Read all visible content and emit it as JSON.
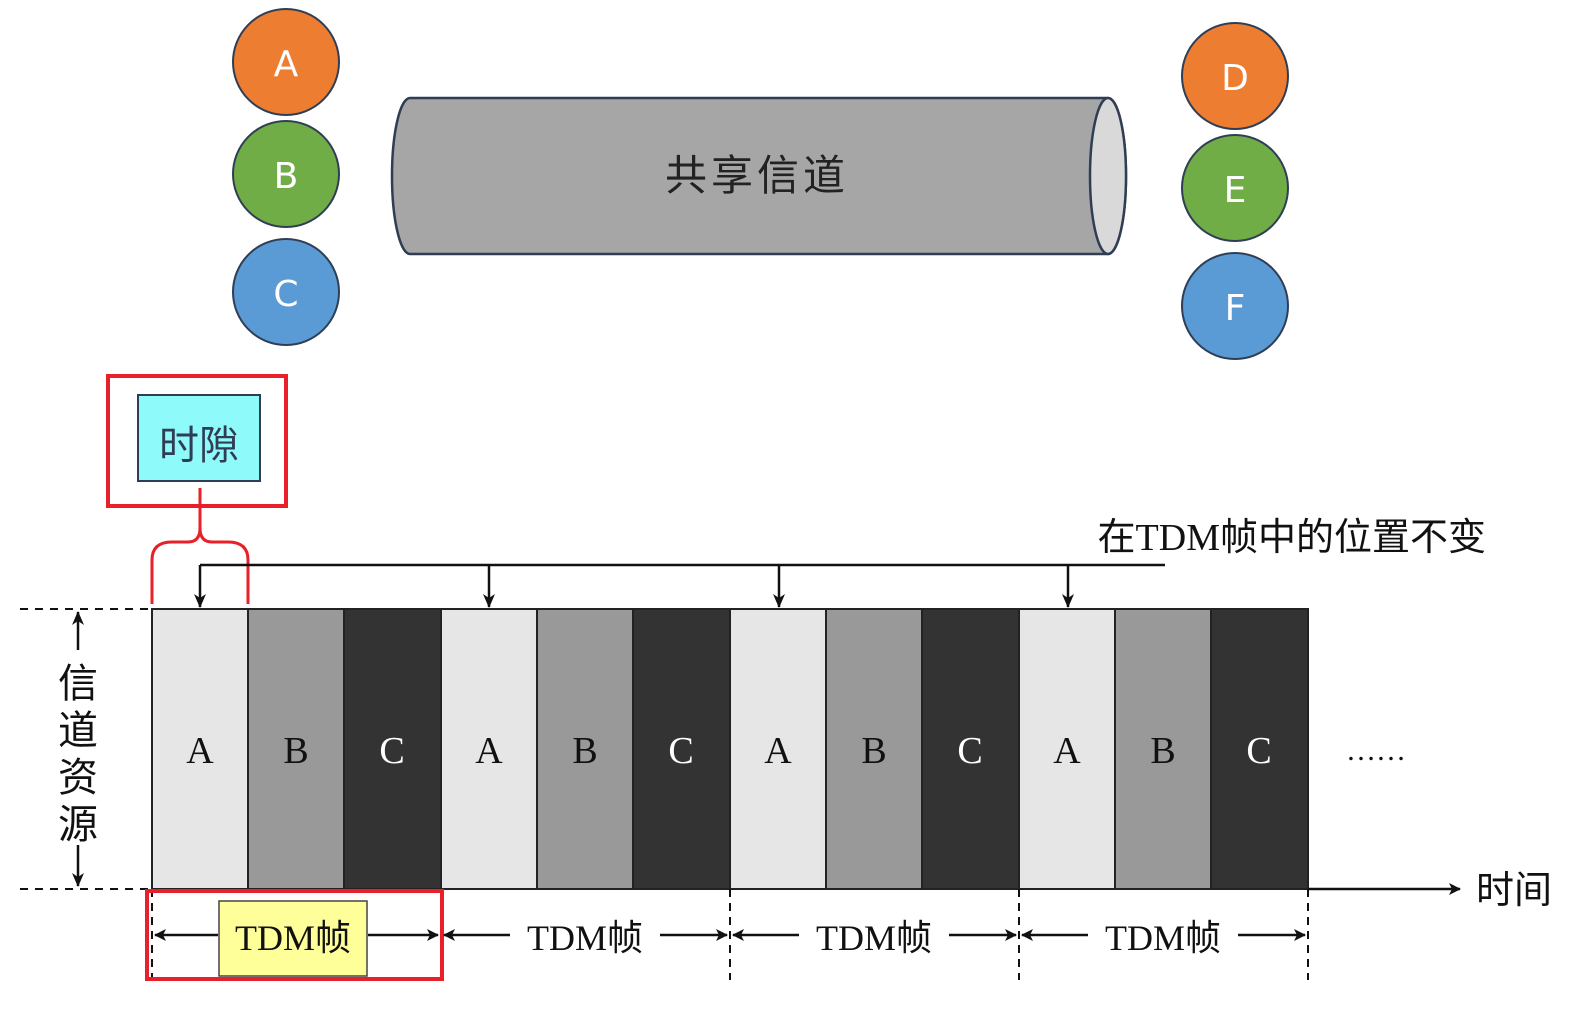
{
  "senders": [
    {
      "letter": "A",
      "color": "#ED7D31"
    },
    {
      "letter": "B",
      "color": "#70AD47"
    },
    {
      "letter": "C",
      "color": "#5B9BD5"
    }
  ],
  "receivers": [
    {
      "letter": "D",
      "color": "#ED7D31"
    },
    {
      "letter": "E",
      "color": "#70AD47"
    },
    {
      "letter": "F",
      "color": "#5B9BD5"
    }
  ],
  "channel": {
    "label": "共享信道",
    "color": "#A6A6A6"
  },
  "time_slot_label": "时隙",
  "position_note": "在TDM帧中的位置不变",
  "slots": [
    {
      "label": "A",
      "fill": "#E6E6E6",
      "text_color": "#111111"
    },
    {
      "label": "B",
      "fill": "#999999",
      "text_color": "#111111"
    },
    {
      "label": "C",
      "fill": "#333333",
      "text_color": "#FFFFFF"
    },
    {
      "label": "A",
      "fill": "#E6E6E6",
      "text_color": "#111111"
    },
    {
      "label": "B",
      "fill": "#999999",
      "text_color": "#111111"
    },
    {
      "label": "C",
      "fill": "#333333",
      "text_color": "#FFFFFF"
    },
    {
      "label": "A",
      "fill": "#E6E6E6",
      "text_color": "#111111"
    },
    {
      "label": "B",
      "fill": "#999999",
      "text_color": "#111111"
    },
    {
      "label": "C",
      "fill": "#333333",
      "text_color": "#FFFFFF"
    },
    {
      "label": "A",
      "fill": "#E6E6E6",
      "text_color": "#111111"
    },
    {
      "label": "B",
      "fill": "#999999",
      "text_color": "#111111"
    },
    {
      "label": "C",
      "fill": "#333333",
      "text_color": "#FFFFFF"
    }
  ],
  "ellipsis": "……",
  "y_axis_label": [
    "信",
    "道",
    "资",
    "源"
  ],
  "x_axis_label": "时间",
  "frames": [
    "TDM帧",
    "TDM帧",
    "TDM帧",
    "TDM帧"
  ],
  "highlight_color": "#E8202A",
  "slot_box_color": "#8FFAFA",
  "frame_box_color": "#FFFF99"
}
